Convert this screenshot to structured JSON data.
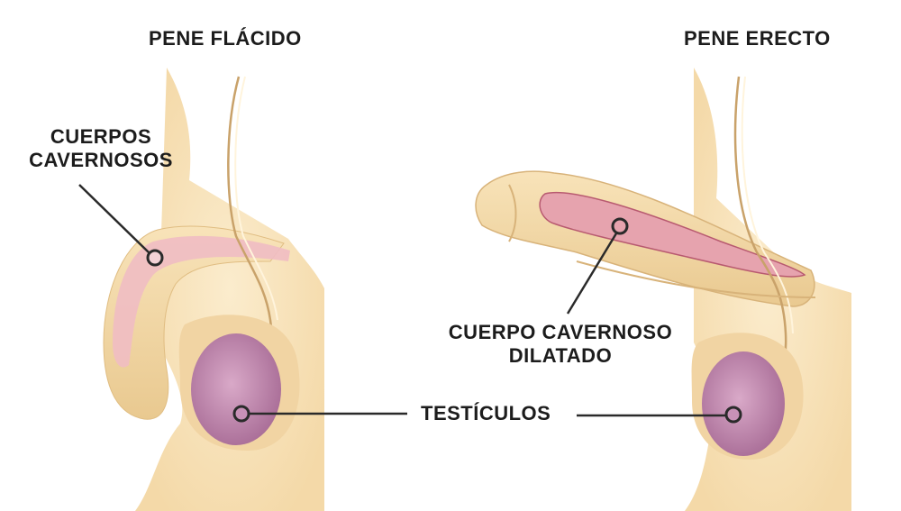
{
  "titles": {
    "flaccid": "PENE FLÁCIDO",
    "erect": "PENE ERECTO"
  },
  "labels": {
    "corpora_line1": "CUERPOS",
    "corpora_line2": "CAVERNOSOS",
    "dilated_line1": "CUERPO CAVERNOSO",
    "dilated_line2": "DILATADO",
    "testicles": "TESTÍCULOS"
  },
  "colors": {
    "skin": "#f6dfb4",
    "skin_shadow": "#e6c795",
    "outline": "#c9a26a",
    "erectile_tissue": "#eab2bb",
    "erectile_dark": "#b85a70",
    "testicle": "#c891b7",
    "testicle_dark": "#a0648f",
    "text": "#1c1c1c"
  }
}
